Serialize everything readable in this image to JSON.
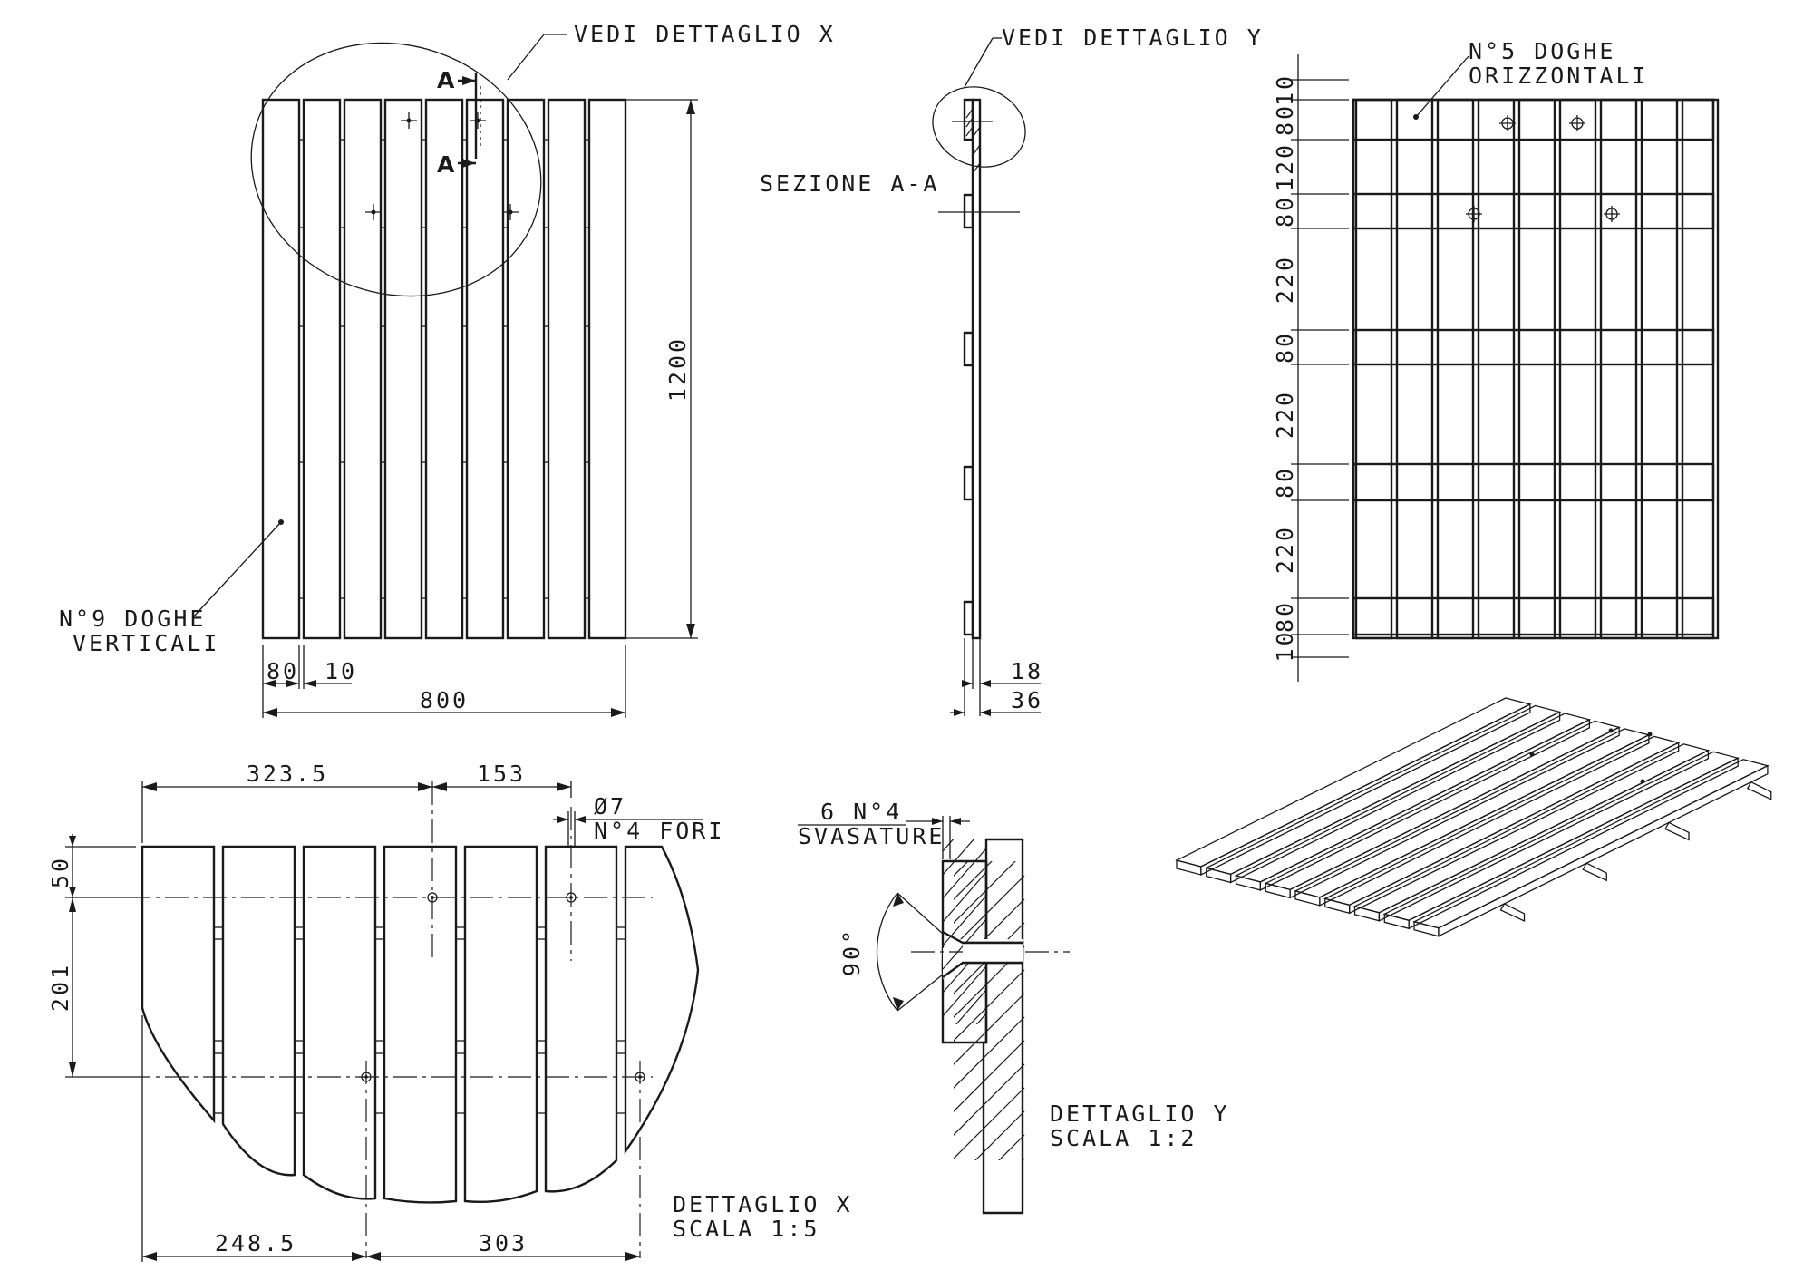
{
  "labels": {
    "vedi_dettaglio_x": "VEDI DETTAGLIO X",
    "vedi_dettaglio_y": "VEDI DETTAGLIO Y",
    "sezione": "SEZIONE A-A",
    "section_mark": "A",
    "doghe_verticali_1": "N°9 DOGHE",
    "doghe_verticali_2": "VERTICALI",
    "doghe_orizzontali_1": "N°5 DOGHE",
    "doghe_orizzontali_2": "ORIZZONTALI",
    "fori_1": "Ø7",
    "fori_2": "N°4 FORI",
    "svasature_1": "6 N°4",
    "svasature_2": "SVASATURE",
    "angle": "90°",
    "dettaglio_x_1": "DETTAGLIO X",
    "dettaglio_x_2": "SCALA 1:5",
    "dettaglio_y_1": "DETTAGLIO Y",
    "dettaglio_y_2": "SCALA 1:2"
  },
  "dims": {
    "front": {
      "slat_w": "80",
      "gap": "10",
      "width": "800",
      "height": "1200"
    },
    "side": {
      "thickness": "18",
      "total": "36"
    },
    "back": [
      "10",
      "80",
      "120",
      "80",
      "220",
      "80",
      "220",
      "80",
      "220",
      "80",
      "10"
    ],
    "detail_x": {
      "top_a": "323.5",
      "top_b": "153",
      "left_a": "50",
      "left_b": "201",
      "bottom_a": "248.5",
      "bottom_b": "303"
    }
  },
  "colors": {
    "ink": "#1a1a1a",
    "paper": "#ffffff"
  }
}
